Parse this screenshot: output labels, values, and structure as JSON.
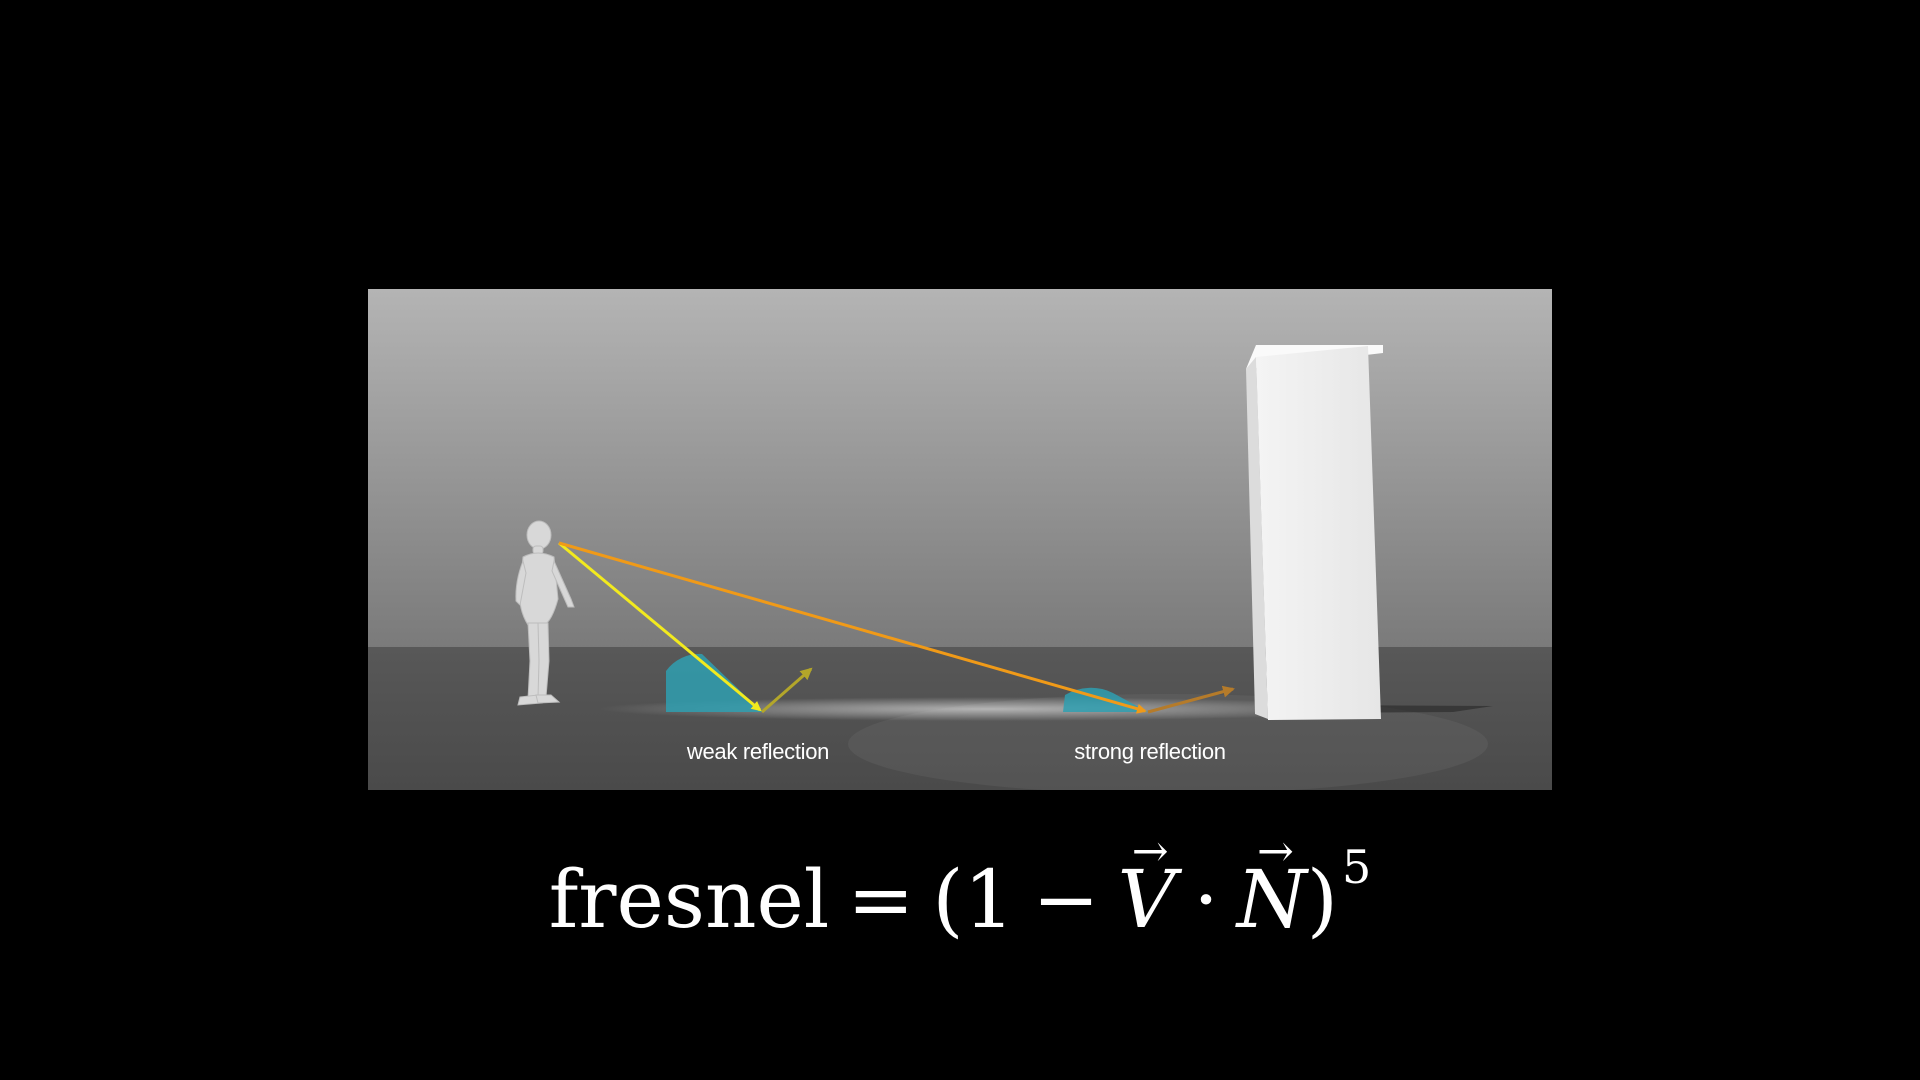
{
  "scene": {
    "labels": {
      "weak": "weak reflection",
      "strong": "strong reflection"
    },
    "colors": {
      "weak_ray": "#f2ea1e",
      "strong_ray": "#f09a18",
      "reflected_weak": "#b3a62a",
      "reflected_strong": "#b57b2a",
      "angle_arc": "#2f9fb0",
      "wall": "#f0f0f0"
    }
  },
  "formula": {
    "lhs": "fresnel",
    "equals": "=",
    "open_paren": "(",
    "one": "1",
    "minus": "−",
    "v": "V",
    "dot": "·",
    "n": "N",
    "close_paren": ")",
    "exponent": "5",
    "vector_arrow": "→"
  }
}
